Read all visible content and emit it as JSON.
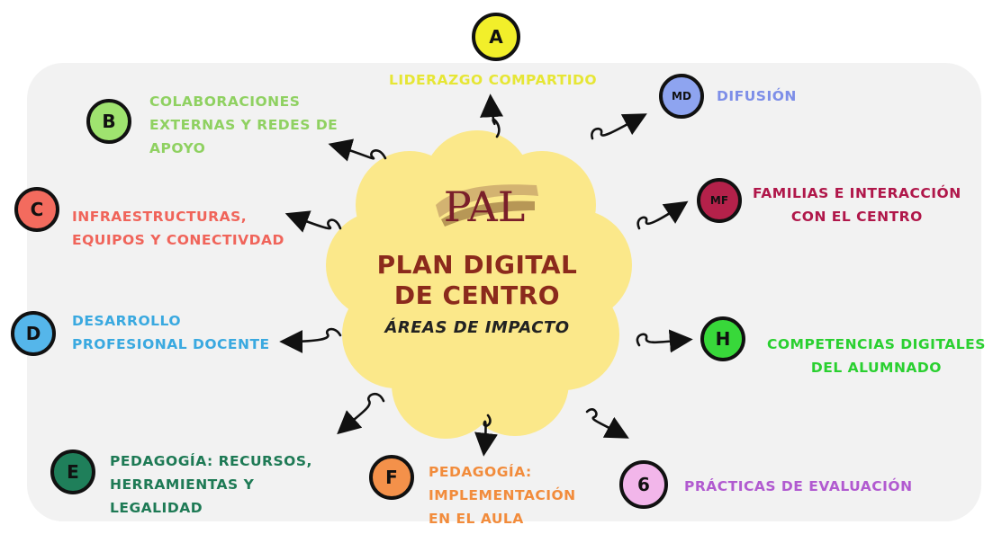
{
  "center": {
    "title": "PLAN DIGITAL\nDE CENTRO",
    "subtitle": "ÁREAS DE IMPACTO",
    "logo_text": "PAL"
  },
  "colors": {
    "flower": "#fbe88a",
    "title": "#8b2a1c",
    "A": "#f2ef2a",
    "B": "#9fe36f",
    "C": "#f36b5e",
    "D": "#55b6ea",
    "E": "#1f7f5a",
    "F": "#f4914a",
    "G": "#f2b6ea",
    "H": "#38d83a",
    "MD": "#8ea4f0",
    "MF": "#b4214a"
  },
  "areas": {
    "A": {
      "badge": "A",
      "label": "LIDERAZGO COMPARTIDO",
      "color": "#e6e635"
    },
    "B": {
      "badge": "B",
      "label": "COLABORACIONES\nEXTERNAS Y REDES DE\nAPOYO",
      "color": "#8fd161"
    },
    "C": {
      "badge": "C",
      "label": "INFRAESTRUCTURAS,\nEQUIPOS Y CONECTIVDAD",
      "color": "#f0645a"
    },
    "D": {
      "badge": "D",
      "label": "DESARROLLO\nPROFESIONAL DOCENTE",
      "color": "#3aa9e0"
    },
    "E": {
      "badge": "E",
      "label": "PEDAGOGÍA: RECURSOS,\nHERRAMIENTAS Y\nLEGALIDAD",
      "color": "#1e7a55"
    },
    "F": {
      "badge": "F",
      "label": "PEDAGOGÍA:\nIMPLEMENTACIÓN\nEN EL AULA",
      "color": "#f28c3c"
    },
    "G": {
      "badge": "6",
      "label": "PRÁCTICAS DE EVALUACIÓN",
      "color": "#b15ad0"
    },
    "H": {
      "badge": "H",
      "label": "COMPETENCIAS DIGITALES\nDEL ALUMNADO",
      "color": "#2ad030"
    },
    "MD": {
      "badge": "MD",
      "label": "DIFUSIÓN",
      "color": "#7d8ee8"
    },
    "MF": {
      "badge": "MF",
      "label": "FAMILIAS E INTERACCIÓN\nCON EL CENTRO",
      "color": "#b0174a"
    }
  }
}
